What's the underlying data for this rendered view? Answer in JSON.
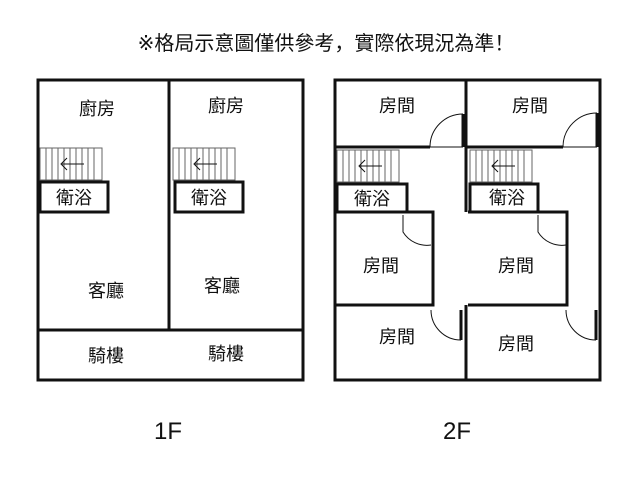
{
  "notice": "※格局示意圖僅供參考，實際依現況為準！",
  "floors": [
    {
      "label": "1F",
      "rooms": {
        "kitchen_left": "廚房",
        "kitchen_right": "廚房",
        "bath_left": "衛浴",
        "bath_right": "衛浴",
        "living_left": "客廳",
        "living_right": "客廳",
        "arcade_left": "騎樓",
        "arcade_right": "騎樓"
      }
    },
    {
      "label": "2F",
      "rooms": {
        "top_left": "房間",
        "top_right": "房間",
        "bath_left": "衛浴",
        "bath_right": "衛浴",
        "mid_left": "房間",
        "mid_right": "房間",
        "bottom_left": "房間",
        "bottom_right": "房間"
      }
    }
  ],
  "colors": {
    "wall": "#111111",
    "background": "#ffffff"
  }
}
